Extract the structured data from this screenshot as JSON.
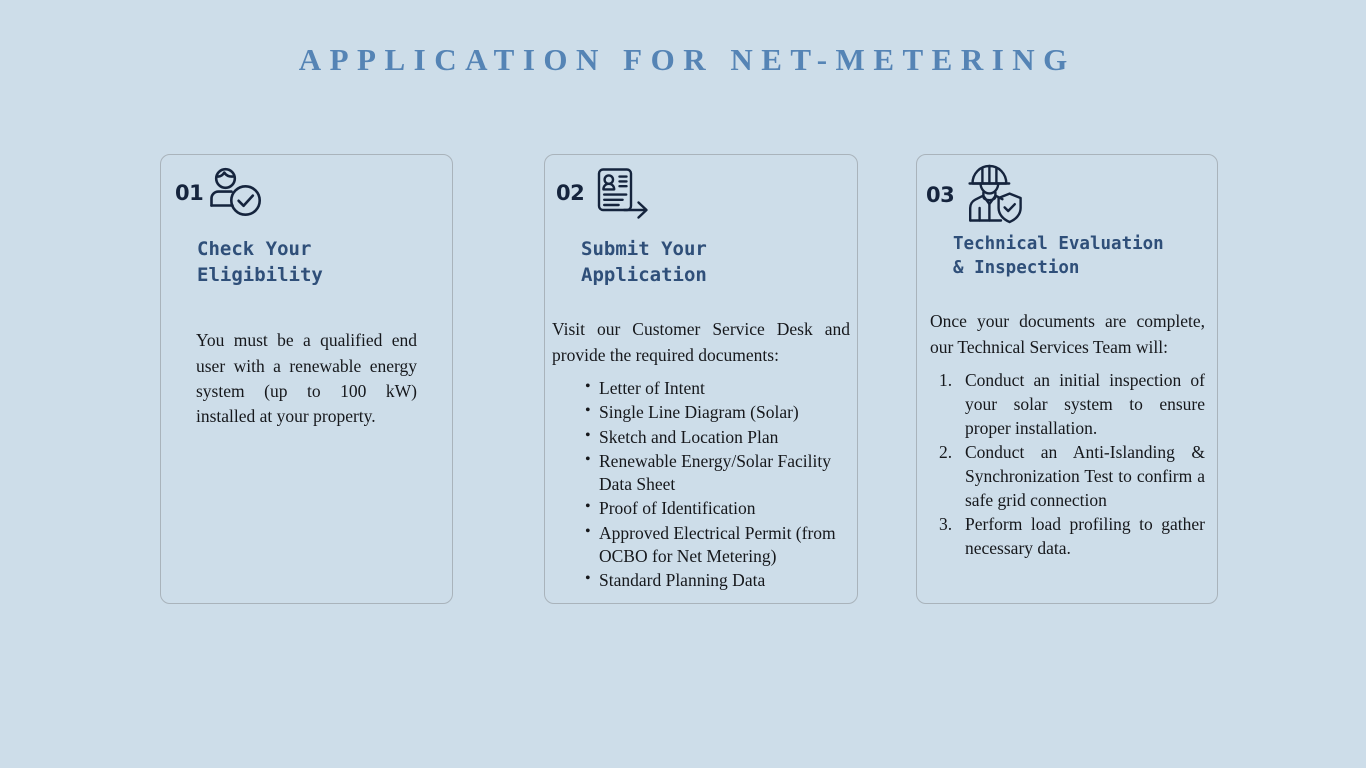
{
  "slide": {
    "title": "APPLICATION FOR NET-METERING",
    "background_color": "#cddde9",
    "title_color": "#5584b5",
    "heading_color": "#2f4f79",
    "icon_color": "#15243d",
    "body_color": "#16181c",
    "card_border_color": "#a9b3bb"
  },
  "cards": [
    {
      "number": "01",
      "icon": "user-check-icon",
      "heading": "Check Your\nEligibility",
      "intro": "You must be a qualified end user with a renewable energy system (up to 100 kW) installed at your property.",
      "bullets": [],
      "steps": []
    },
    {
      "number": "02",
      "icon": "document-submit-icon",
      "heading": "Submit Your\nApplication",
      "intro": "Visit our Customer Service Desk and provide the required documents:",
      "bullets": [
        "Letter of Intent",
        "Single Line Diagram (Solar)",
        "Sketch and Location Plan",
        "Renewable Energy/Solar Facility Data Sheet",
        "Proof of Identification",
        "Approved Electrical Permit (from OCBO for Net Metering)",
        "Standard Planning Data"
      ],
      "steps": []
    },
    {
      "number": "03",
      "icon": "engineer-shield-check-icon",
      "heading": "Technical Evaluation\n& Inspection",
      "intro": "Once your documents are complete, our Technical Services Team will:",
      "bullets": [],
      "steps": [
        "Conduct an initial inspection of your solar system to ensure proper installation.",
        "Conduct an Anti-Islanding & Synchronization Test to confirm a safe grid connection",
        "Perform load profiling to gather necessary data."
      ]
    }
  ]
}
